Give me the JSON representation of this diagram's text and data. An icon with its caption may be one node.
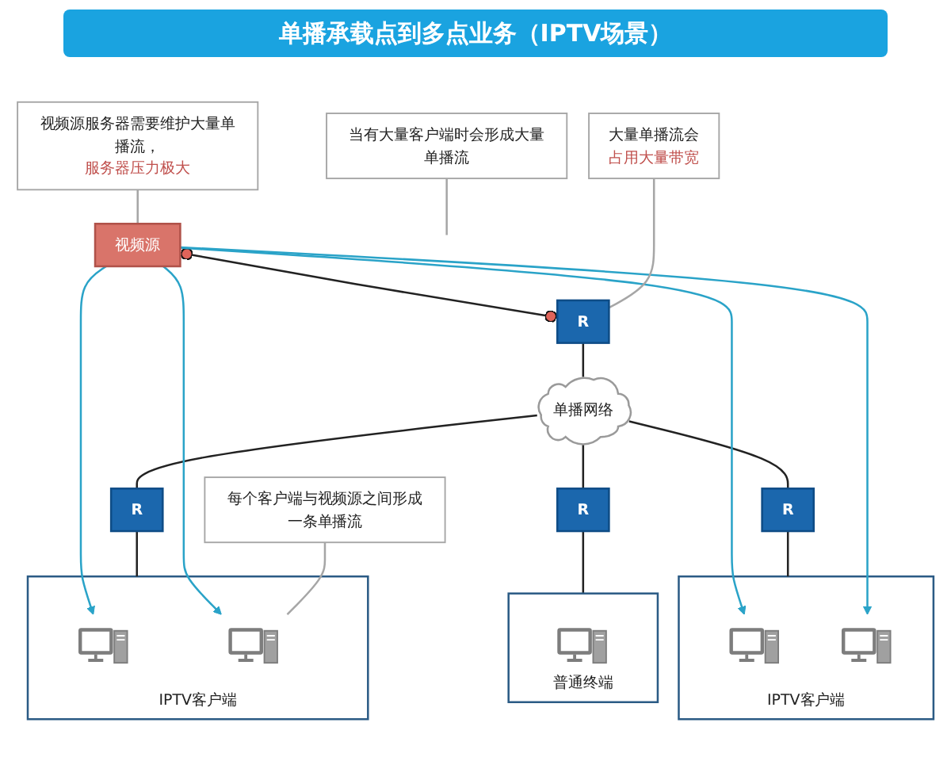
{
  "diagram": {
    "title": "单播承载点到多点业务（IPTV场景）",
    "nodes": [
      {
        "text": [
          "视频源"
        ]
      },
      {
        "text": [
          "R"
        ]
      },
      {
        "text": [
          "单播网络"
        ]
      },
      {
        "text": [
          "R"
        ]
      },
      {
        "text": [
          "R"
        ]
      },
      {
        "text": [
          "R"
        ]
      },
      {
        "text": [
          "IPTV客户端"
        ]
      },
      {
        "text": [],
        "shape": "computer",
        "in": 6
      },
      {
        "text": [],
        "shape": "computer",
        "in": 6
      },
      {
        "text": [
          "普通终端"
        ]
      },
      {
        "text": [],
        "shape": "computer",
        "in": 9
      },
      {
        "text": [
          "IPTV客户端"
        ]
      },
      {
        "text": [],
        "shape": "computer",
        "in": 11
      },
      {
        "text": [],
        "shape": "computer",
        "in": 11
      },
      {
        "text": [
          "视频源服务器需要维护大量单播流，",
          "服务器压力极大"
        ]
      },
      {
        "text": [
          "大量单播流会",
          "占用大量带宽"
        ]
      },
      {
        "text": [
          "当有大量客户端时会形成大量单播流"
        ]
      },
      {
        "text": [
          "每个客户端与视频源之间形成一条单播流"
        ]
      }
    ],
    "edges": [
      {
        "from": 0,
        "to": 1,
        "arrow": "other"
      },
      {
        "from": 1,
        "to": 2,
        "arrow": "none"
      },
      {
        "from": 2,
        "to": 3,
        "arrow": "none"
      },
      {
        "from": 2,
        "to": 4,
        "arrow": "none"
      },
      {
        "from": 2,
        "to": 5,
        "arrow": "none"
      },
      {
        "from": 3,
        "to": 6,
        "arrow": "none"
      },
      {
        "from": 4,
        "to": 9,
        "arrow": "none"
      },
      {
        "from": 5,
        "to": 11,
        "arrow": "none"
      },
      {
        "from": 0,
        "to": 7,
        "arrow": "to",
        "color": "#2aa3c8"
      },
      {
        "from": 0,
        "to": 8,
        "arrow": "to",
        "color": "#2aa3c8"
      },
      {
        "from": 0,
        "to": 12,
        "arrow": "to",
        "color": "#2aa3c8"
      },
      {
        "from": 0,
        "to": 13,
        "arrow": "to",
        "color": "#2aa3c8"
      },
      {
        "from": 14,
        "to": 0,
        "arrow": "none",
        "color": "#a6a6a6"
      },
      {
        "from": 15,
        "to": 1,
        "arrow": "none",
        "color": "#a6a6a6"
      },
      {
        "from": 16,
        "to": null,
        "arrow": "none",
        "color": "#a6a6a6"
      },
      {
        "from": 17,
        "to": 13,
        "arrow": "none",
        "color": "#a6a6a6"
      }
    ]
  }
}
